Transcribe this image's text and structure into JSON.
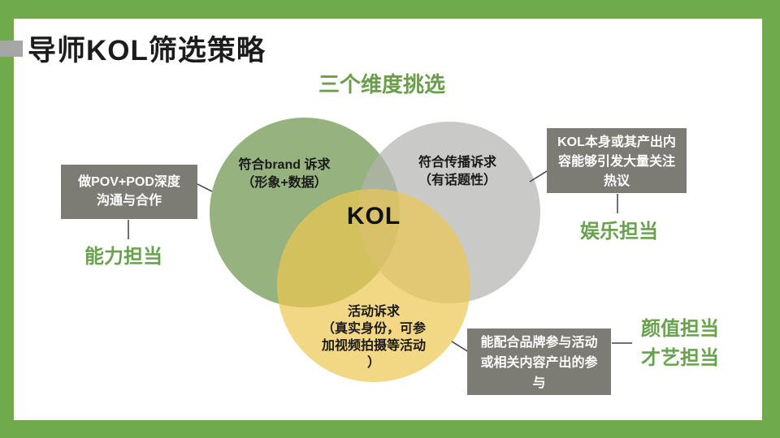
{
  "colors": {
    "frame_green": "#6fab4c",
    "accent_gray": "#a6a6a6",
    "title_black": "#1c1c1c",
    "heading_green": "#6b9d4d",
    "label_green": "#69a24e",
    "circle_brand_green": "#699147",
    "circle_spread_gray": "#b2b2af",
    "circle_activity_yellow": "#ecc751",
    "callout_box_gray": "#7d7c74",
    "connector_dark": "#404040"
  },
  "header": {
    "title": "导师KOL筛选策略",
    "subtitle": "三个维度挑选"
  },
  "venn": {
    "center_label": "KOL",
    "brand_circle": {
      "line1": "符合brand 诉求",
      "line2": "（形象+数据）"
    },
    "spread_circle": {
      "line1": "符合传播诉求",
      "line2": "（有话题性）"
    },
    "activity_circle": {
      "line1": "活动诉求",
      "line2": "（真实身份，可参",
      "line3": "加视频拍摄等活动",
      "line4": "）"
    }
  },
  "callouts": {
    "capability": {
      "line1": "做POV+POD深度",
      "line2": "沟通与合作",
      "label": "能力担当"
    },
    "entertainment": {
      "line1": "KOL本身或其产出内",
      "line2": "容能够引发大量关注",
      "line3": "热议",
      "label": "娱乐担当"
    },
    "participation": {
      "line1": "能配合品牌参与活动",
      "line2": "或相关内容产出的参",
      "line3": "与",
      "label1": "颜值担当",
      "label2": "才艺担当"
    }
  }
}
